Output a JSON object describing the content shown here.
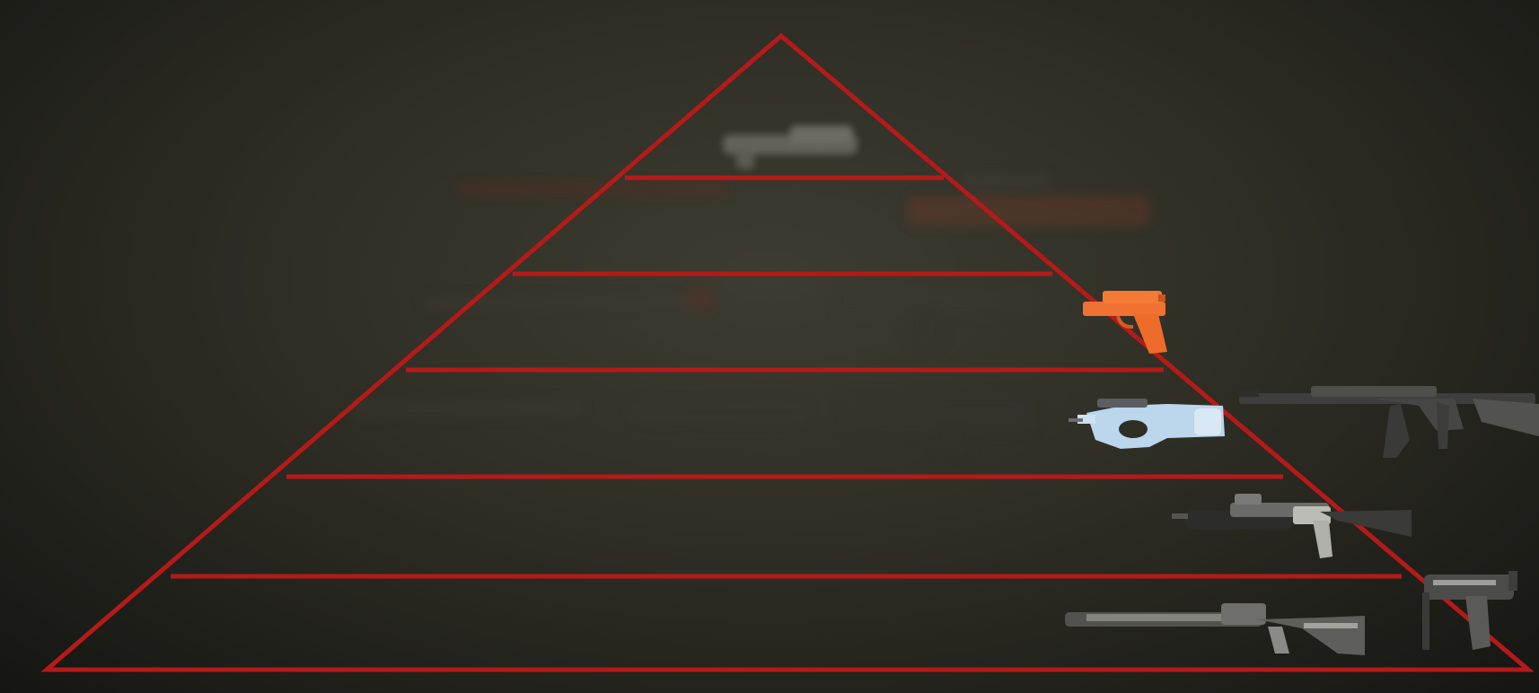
{
  "scene": {
    "background_color": "#2f2e25",
    "line_color": "#b01818",
    "tier_count": 7
  },
  "weapons": [
    {
      "name": "smg-icon",
      "tier": 1,
      "color": "#8e8e8e",
      "opacity": 0.45
    },
    {
      "name": "sniper-rifle-icon",
      "tier": 2,
      "color": "#8a3a22",
      "opacity": 0.35
    },
    {
      "name": "pistol-icon",
      "tier": 3,
      "color": "#f07030",
      "opacity": 1
    },
    {
      "name": "p90-icon",
      "tier": 4,
      "color": "#b8d4ea",
      "opacity": 1
    },
    {
      "name": "assault-rifle-icon",
      "tier": 4,
      "color": "#4a4a48",
      "opacity": 1
    },
    {
      "name": "carbine-icon",
      "tier": 5,
      "color": "#5a5a58",
      "opacity": 1
    },
    {
      "name": "shotgun-icon",
      "tier": 6,
      "color": "#6a6a66",
      "opacity": 1
    },
    {
      "name": "machine-pistol-icon",
      "tier": 6,
      "color": "#5c5c5a",
      "opacity": 1
    }
  ]
}
